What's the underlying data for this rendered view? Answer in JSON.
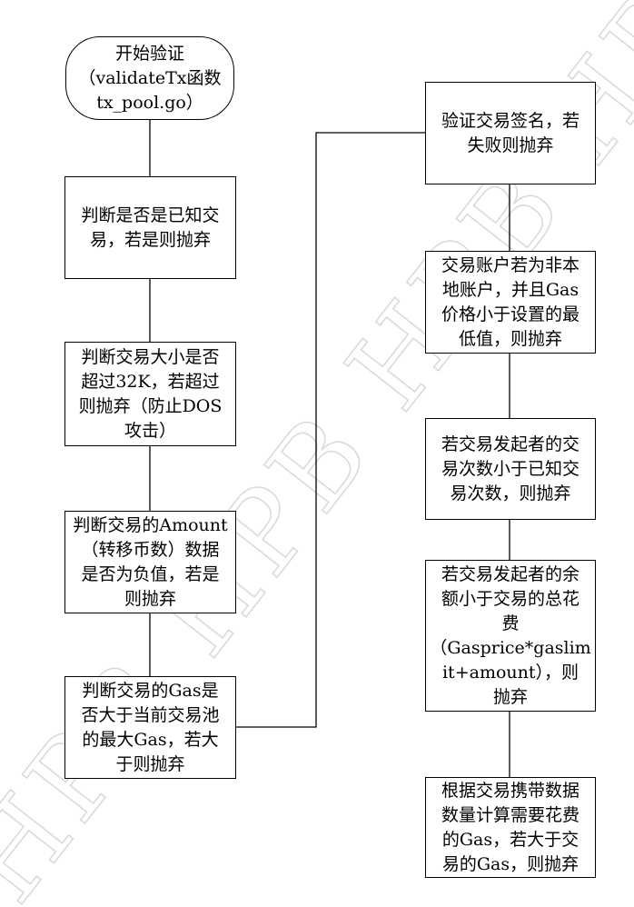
{
  "flowchart": {
    "start": "开始验证\n（validateTx函数\ntx_pool.go）",
    "left_steps": [
      "判断是否是已知交\n易，若是则抛弃",
      "判断交易大小是否\n超过32K，若超过\n则抛弃（防止DOS\n攻击）",
      "判断交易的Amount\n（转移币数）数据\n是否为负值，若是\n则抛弃",
      "判断交易的Gas是\n否大于当前交易池\n的最大Gas，若大\n于则抛弃"
    ],
    "right_steps": [
      "验证交易签名，若\n失败则抛弃",
      "交易账户若为非本\n地账户，并且Gas\n价格小于设置的最\n低值，则抛弃",
      "若交易发起者的交\n易次数小于已知交\n易次数，则抛弃",
      "若交易发起者的余\n额小于交易的总花\n费\n（Gasprice*gaslim\nit+amount），则\n抛弃",
      "根据交易携带数据\n数量计算需要花费\n的Gas，若大于交\n易的Gas，则抛弃"
    ]
  },
  "watermark": "HPB HPB HPB HPB"
}
